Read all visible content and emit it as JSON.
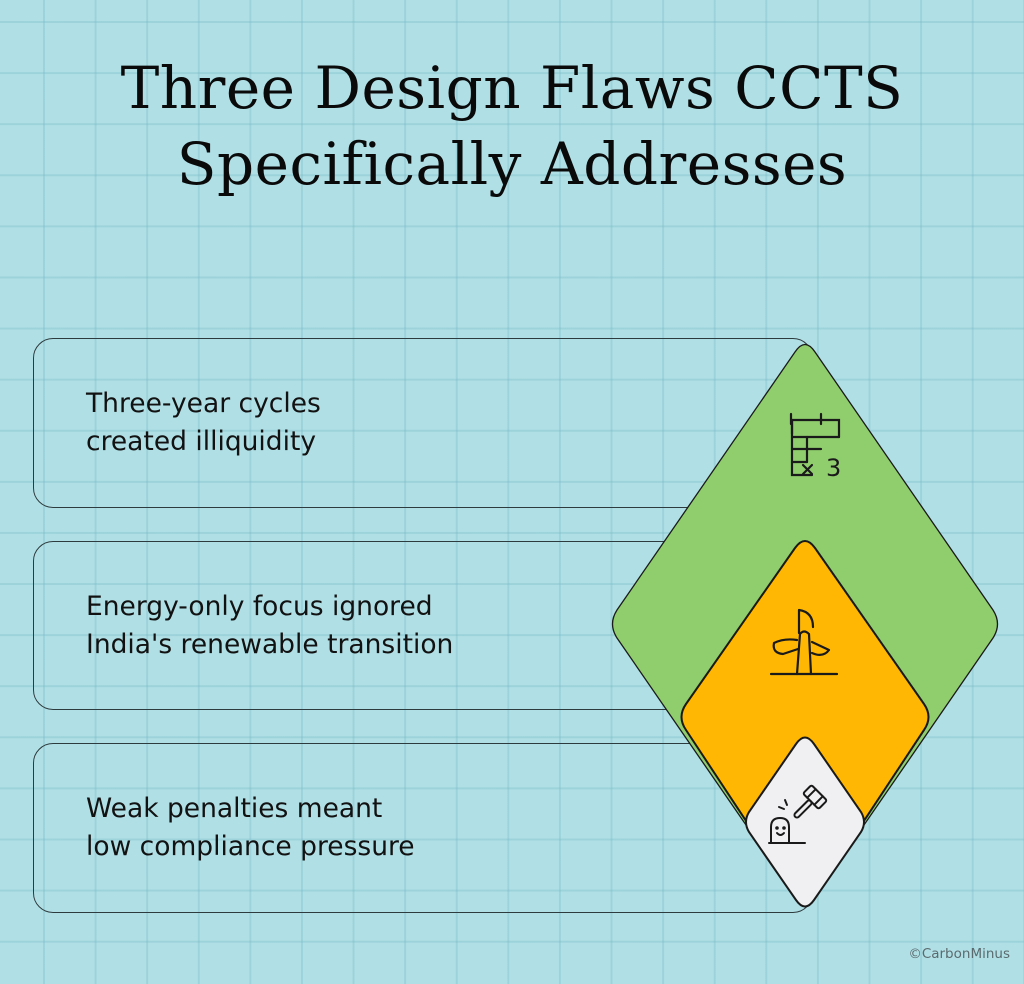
{
  "title": {
    "line1": "Three Design Flaws CCTS",
    "line2": "Specifically Addresses"
  },
  "flaws": [
    {
      "line1": "Three-year cycles",
      "line2": "created illiquidity",
      "icon": "calendar-times-three-icon",
      "color": "#90cd6d"
    },
    {
      "line1": "Energy-only focus ignored",
      "line2": "India's renewable transition",
      "icon": "wind-turbine-icon",
      "color": "#ffb703"
    },
    {
      "line1": "Weak penalties meant",
      "line2": "low compliance pressure",
      "icon": "gavel-penalty-icon",
      "color": "#f0f0f2"
    }
  ],
  "icon_text": {
    "multiplier": "× 3"
  },
  "colors": {
    "background": "#b0e0e6",
    "grid": "#9dcfd6",
    "outline": "#1a1a1a"
  },
  "credit": "©CarbonMinus"
}
